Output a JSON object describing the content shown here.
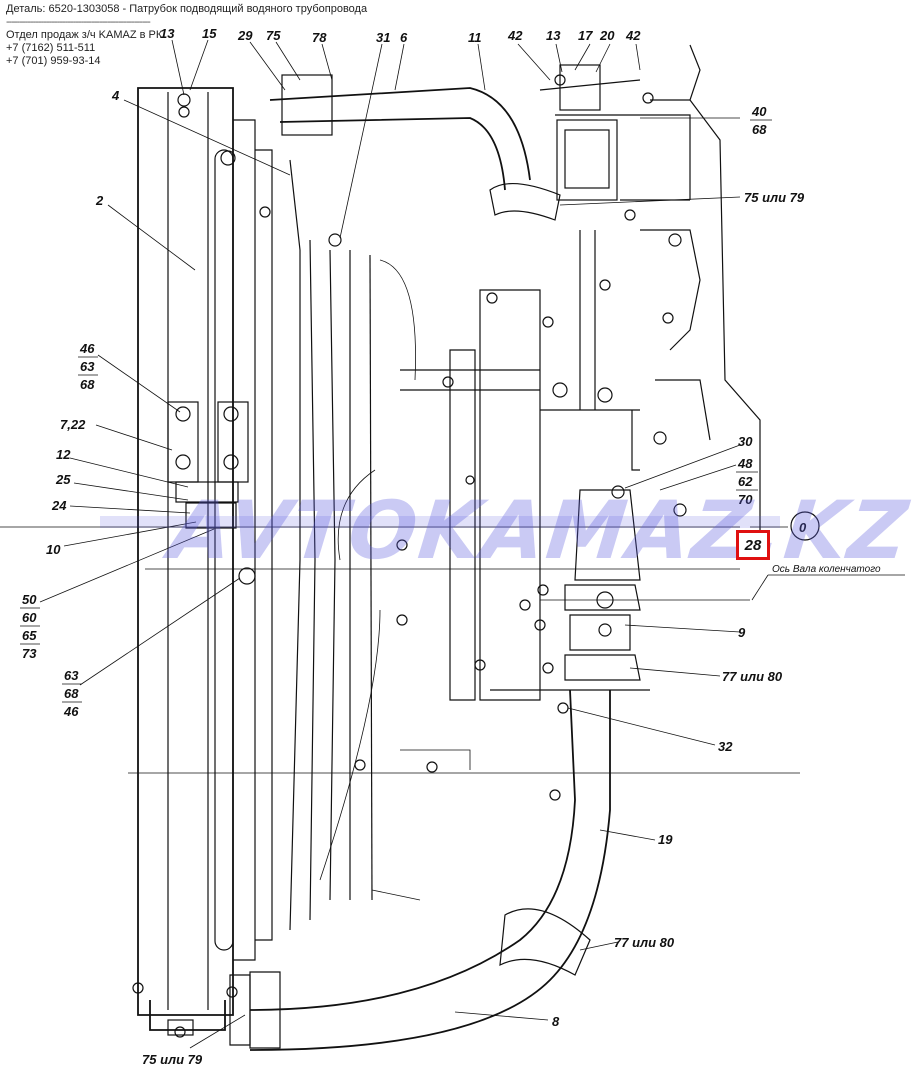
{
  "header": {
    "detail": "Деталь: 6520-1303058 - Патрубок подводящий водяного трубопровода",
    "separator": "------------------------------------------------------",
    "dept": "Отдел продаж з/ч KAMAZ в РК",
    "phone1": "+7 (7162) 511-511",
    "phone2": "+7 (701) 959-93-14"
  },
  "watermark": "AVTOKAMAZ.KZ",
  "highlight_label": "28",
  "labels": {
    "l13a": "13",
    "l15": "15",
    "l29": "29",
    "l75a": "75",
    "l78": "78",
    "l31": "31",
    "l6": "6",
    "l11": "11",
    "l42a": "42",
    "l13b": "13",
    "l17": "17",
    "l20": "20",
    "l42b": "42",
    "l4": "4",
    "l2": "2",
    "l40": "40",
    "l68a": "68",
    "l7579a": "75 или 79",
    "l46a": "46",
    "l63a": "63",
    "l68b": "68",
    "l722": "7,22",
    "l12": "12",
    "l25": "25",
    "l24": "24",
    "l10": "10",
    "l30": "30",
    "l48": "48",
    "l62": "62",
    "l70": "70",
    "l0": "0",
    "shaft": "Ось Вала коленчатого",
    "l50": "50",
    "l60": "60",
    "l65": "65",
    "l73": "73",
    "l63b": "63",
    "l68c": "68",
    "l46b": "46",
    "l9": "9",
    "l7780a": "77 или 80",
    "l32": "32",
    "l19": "19",
    "l7780b": "77 или 80",
    "l8": "8",
    "l7579b": "75 или 79"
  }
}
